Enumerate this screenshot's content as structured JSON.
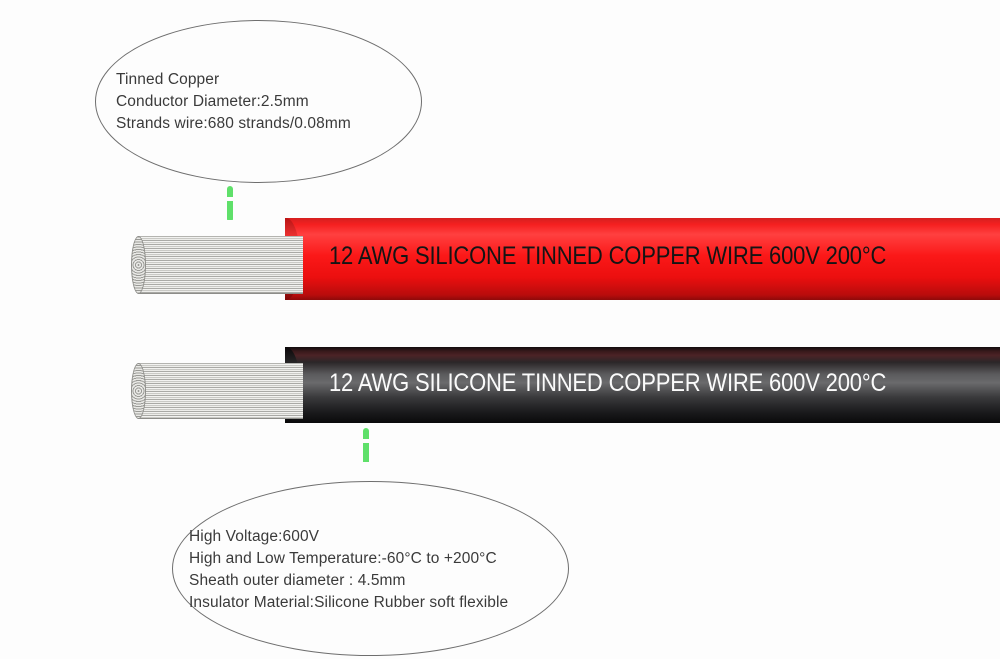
{
  "background_color": "#fdfdfd",
  "callouts": {
    "conductor": {
      "name": "conductor-specs",
      "lines": [
        "Tinned Copper",
        "Conductor Diameter:2.5mm",
        "Strands wire:680 strands/0.08mm"
      ]
    },
    "insulation": {
      "name": "insulation-specs",
      "lines": [
        "High Voltage:600V",
        "High and Low Temperature:-60°C to +200°C",
        "Sheath outer diameter : 4.5mm",
        "Insulator Material:Silicone Rubber soft flexible"
      ]
    }
  },
  "wires": [
    {
      "color_name": "red",
      "sheath_color": "#f52020",
      "print_text": "12 AWG SILICONE TINNED COPPER WIRE 600V 200°C",
      "print_color": "#141414",
      "conductor_color": "#e6e6e3"
    },
    {
      "color_name": "black",
      "sheath_color": "#1a1a1c",
      "print_text": "12 AWG SILICONE TINNED COPPER WIRE 600V 200°C",
      "print_color": "#fbfbfb",
      "conductor_color": "#e6e6e3"
    }
  ],
  "pointers": {
    "color": "#5fe06a",
    "top_label": "pointer-to-conductor",
    "bottom_label": "pointer-to-insulation"
  }
}
